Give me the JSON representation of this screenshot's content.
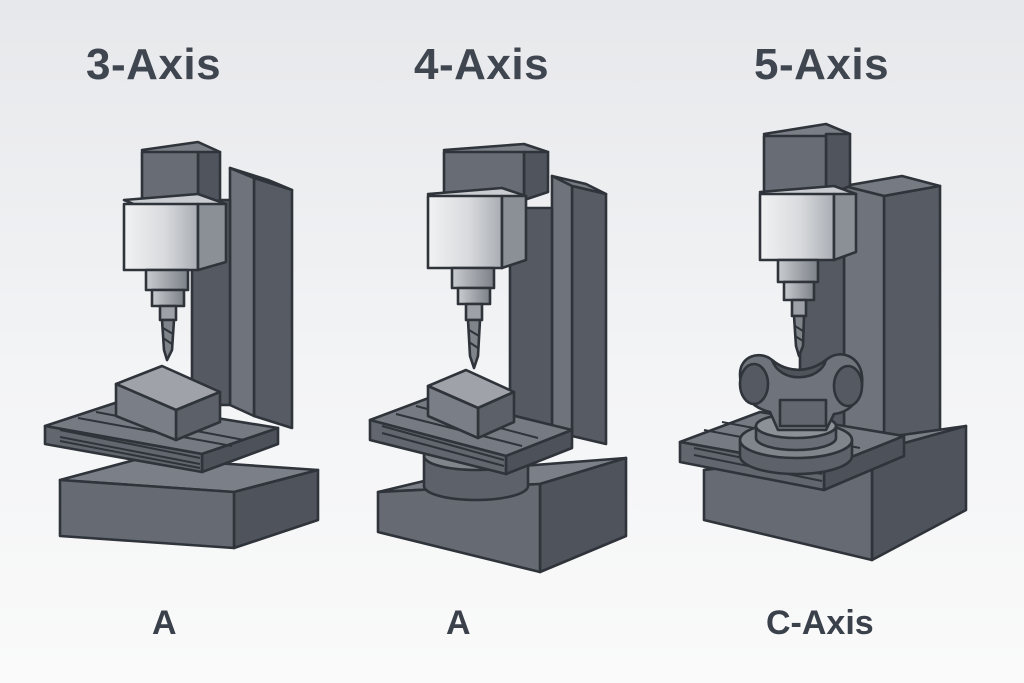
{
  "machines": [
    {
      "title": "3-Axis",
      "sublabel": "A"
    },
    {
      "title": "4-Axis",
      "sublabel": "A"
    },
    {
      "title": "5-Axis",
      "sublabel": "C-Axis"
    }
  ],
  "colors": {
    "background": "#eceef1",
    "title_text": "#3f4650",
    "dark_metal": "#5a5f67",
    "mid_metal": "#6c7179",
    "light_metal": "#d9dbde",
    "outline": "#2f333a"
  }
}
